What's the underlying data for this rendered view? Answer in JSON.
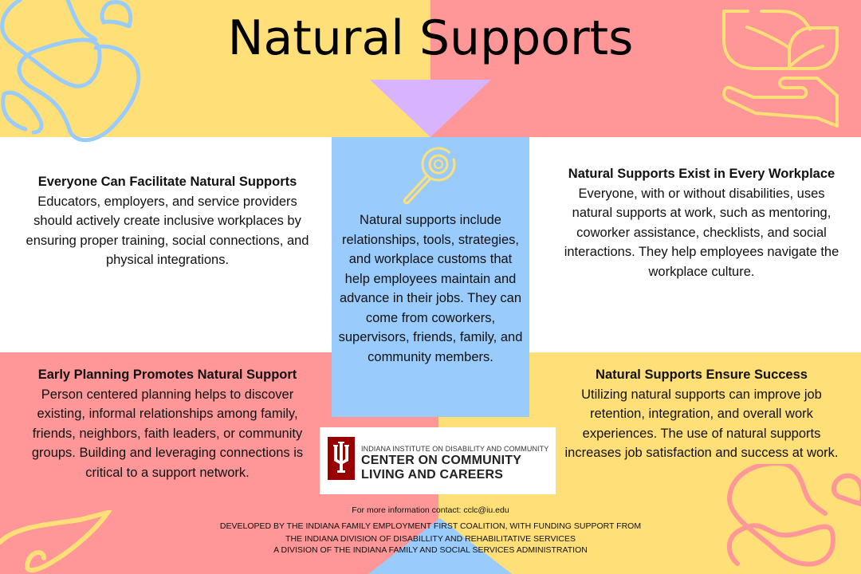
{
  "title": "Natural Supports",
  "center": {
    "icon": "magnifier-icon",
    "text": "Natural supports include relationships, tools, strategies, and workplace customs that help employees maintain and advance in their jobs. They can come from coworkers, supervisors, friends, family, and community members."
  },
  "panels": [
    {
      "position": "top-left",
      "heading": "Everyone Can Facilitate Natural Supports",
      "body": "Educators, employers, and service providers should actively create inclusive workplaces by ensuring proper training, social connections, and physical integrations."
    },
    {
      "position": "top-right",
      "heading": "Natural Supports Exist in Every Workplace",
      "body": "Everyone, with or without disabilities, uses natural supports at work, such as mentoring, coworker assistance, checklists, and social interactions. They help employees navigate the workplace culture."
    },
    {
      "position": "bottom-left",
      "heading": "Early Planning Promotes Natural Support",
      "body": "Person centered planning helps to discover existing, informal relationships among family, friends, neighbors, faith leaders, or community groups. Building and leveraging connections is critical to a support network."
    },
    {
      "position": "bottom-right",
      "heading": "Natural Supports Ensure Success",
      "body": "Utilizing natural supports can improve job retention, integration, and overall work experiences. The use of natural supports increases job satisfaction and success at work."
    }
  ],
  "logo": {
    "line1": "INDIANA INSTITUTE ON DISABILITY AND COMMUNITY",
    "line2": "CENTER ON COMMUNITY",
    "line3": "LIVING AND CAREERS",
    "mark_color": "#990000"
  },
  "footer": {
    "contact": "For more information contact: cclc@iu.edu",
    "developed": "DEVELOPED BY THE INDIANA FAMILY EMPLOYMENT FIRST COALITION, WITH FUNDING SUPPORT FROM",
    "division1": "THE INDIANA DIVISION OF DISABILLITY AND REHABILITATIVE SERVICES",
    "division2": "A DIVISION OF THE INDIANA FAMILY AND SOCIAL SERVICES ADMINISTRATION"
  },
  "colors": {
    "yellow": "#ffdf77",
    "pink": "#ff9697",
    "blue": "#99ccfd",
    "purple": "#d8b4fe",
    "iu_crimson": "#990000"
  }
}
